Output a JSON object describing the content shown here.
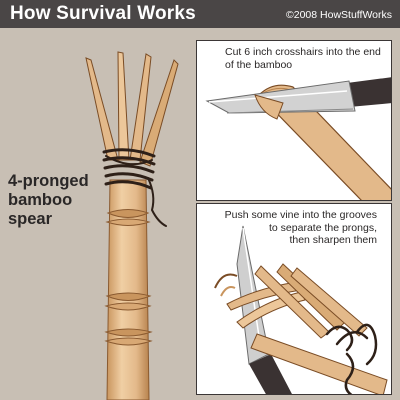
{
  "header": {
    "title": "How Survival Works",
    "copyright": "©2008 HowStuffWorks"
  },
  "main_label": {
    "line1": "4-pronged",
    "line2": "bamboo",
    "line3": "spear"
  },
  "panel_top": {
    "caption_line1": "Cut 6 inch crosshairs into the end",
    "caption_line2": "of the bamboo"
  },
  "panel_bottom": {
    "caption_line1": "Push some vine into the grooves",
    "caption_line2": "to separate the prongs,",
    "caption_line3": "then sharpen them"
  },
  "colors": {
    "header_bg": "#4a4646",
    "page_bg": "#c8bfb4",
    "bamboo": "#e3b98a",
    "bamboo_shade": "#c9955e",
    "vine": "#3a2a1f",
    "blade": "#c9c9c9",
    "handle": "#3a3232"
  }
}
